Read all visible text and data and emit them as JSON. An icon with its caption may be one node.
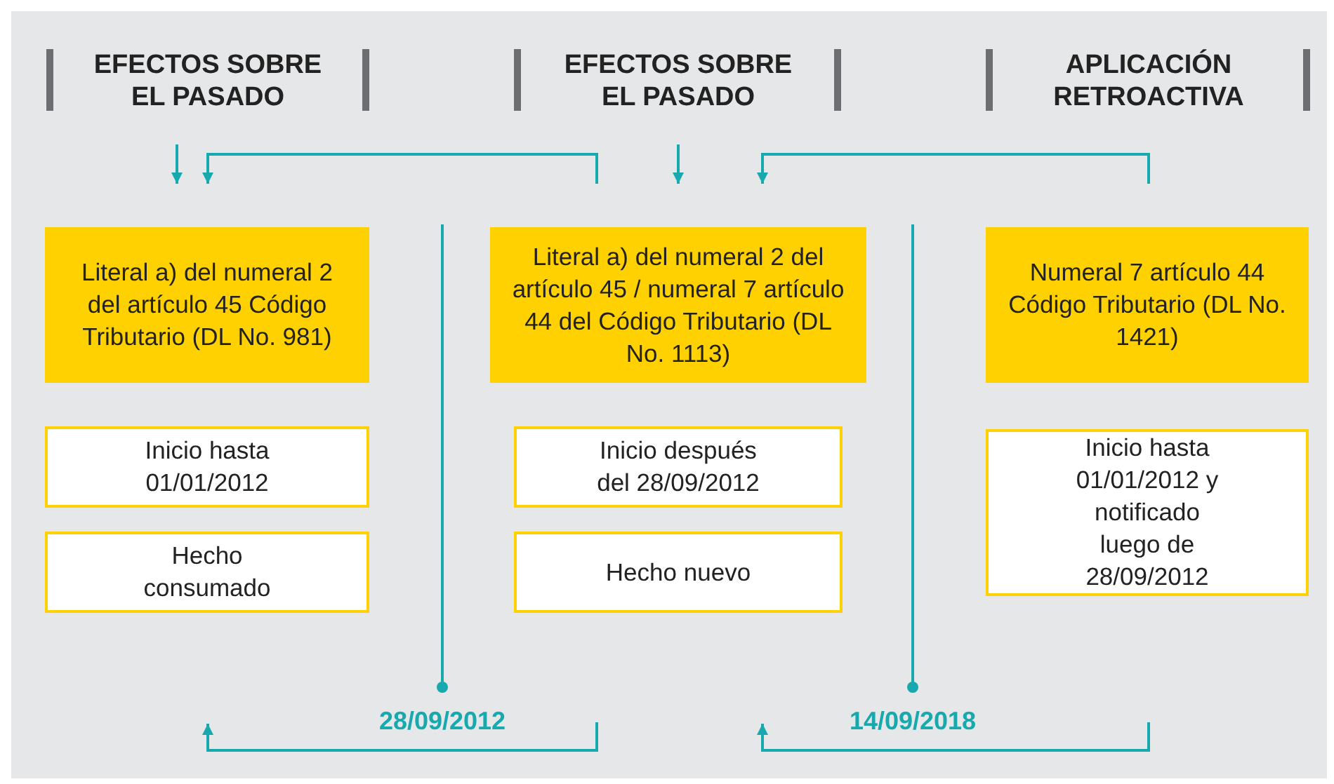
{
  "diagram": {
    "nodes": [
      {
        "text": [
          "EFECTOS SOBRE EL PASADO"
        ]
      },
      {
        "text": [
          "EFECTOS SOBRE EL PASADO"
        ]
      },
      {
        "text": [
          "APLICACIÓN RETROACTIVA"
        ]
      },
      {
        "text": [
          "Literal a) del numeral 2 del artículo 45 Código Tributario (DL No. 981)"
        ]
      },
      {
        "text": [
          "Literal a) del numeral 2 del artículo 45 / numeral 7 artículo 44 del Código Tributario (DL No. 1113)"
        ]
      },
      {
        "text": [
          "Numeral 7 artículo 44 Código Tributario (DL No. 1421)"
        ]
      },
      {
        "text": [
          "Inicio hasta 01/01/2012"
        ]
      },
      {
        "text": [
          "Hecho consumado"
        ]
      },
      {
        "text": [
          "Inicio después del 28/09/2012"
        ]
      },
      {
        "text": [
          "Hecho nuevo"
        ]
      },
      {
        "text": [
          "Inicio hasta 01/01/2012 y notificado luego de 28/09/2012"
        ]
      }
    ],
    "edges": [
      {
        "from": 0,
        "to": 3,
        "arrow": "to"
      },
      {
        "from": null,
        "to": 3,
        "arrow": "to"
      },
      {
        "from": 1,
        "to": 4,
        "arrow": "to"
      },
      {
        "from": null,
        "to": 4,
        "arrow": "to"
      }
    ],
    "labels": [
      "28/09/2012",
      "14/09/2018"
    ]
  }
}
